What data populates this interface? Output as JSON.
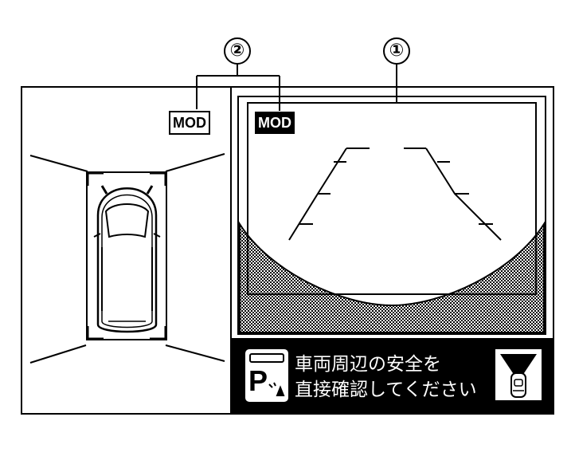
{
  "callouts": [
    {
      "number": "②"
    },
    {
      "number": "①"
    }
  ],
  "left_view": {
    "mode_label": "MOD"
  },
  "camera_view": {
    "mode_label": "MOD"
  },
  "status_bar": {
    "message_line1": "車両周辺の安全を",
    "message_line2": "直接確認してください",
    "parking_icon_letter": "P",
    "parking_icon_name": "parking-sensor-icon",
    "camera_view_icon_name": "rear-camera-view-icon"
  },
  "colors": {
    "background": "#ffffff",
    "frame": "#000000",
    "status_bar": "#000000",
    "label_inverse": "#ffffff"
  }
}
